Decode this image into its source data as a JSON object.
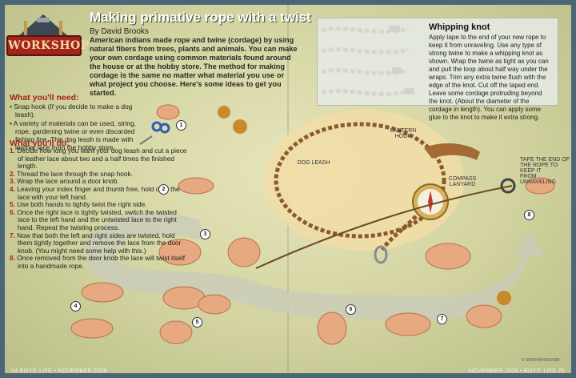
{
  "logo": {
    "text": "WORKSHOP"
  },
  "header": {
    "title": "Making primative rope with a twist",
    "byline": "By David Brooks",
    "intro": "American indians made rope and twine (cordage) by using natural fibers from trees, plants and animals. You can make your own cordage using common materials found around the house or at the hobby store. The method for making cordage is the same no matter what material you use or what project you choose. Here's some ideas to get you started."
  },
  "whipping_knot": {
    "title": "Whipping knot",
    "text": "Apply tape to the end of your new rope to keep it from unraveling. Use any type of strong twine to make a whipping knot as shown. Wrap the twine as tight as you can and pull the loop about half way under the wraps. Trim any extra twine flush with the edge of the knot. Cut off the taped end. Leave some cordage protruding beyond the knot. (About the diameter of the cordage in length). You can apply some glue to the knot to make it extra strong."
  },
  "needs": {
    "heading": "What you'll need:",
    "items": [
      "Snap hook (If you decide to make a dog leash).",
      "A variety of materials can be used, string, rope, gardening twine or even discarded fishing line. This dog leash is made with leather lace from the hobby store."
    ]
  },
  "steps": {
    "heading": "What you'll do:",
    "items": [
      {
        "num": "1.",
        "text": "Decide how long you want your dog leash and cut a piece of leather lace about two and a half times the finished length."
      },
      {
        "num": "2.",
        "text": "Thread the lace through the snap hook."
      },
      {
        "num": "3.",
        "text": "Wrap the lace around a door knob."
      },
      {
        "num": "4.",
        "text": "Leaving your index finger and thumb free, hold onto the lace with your left hand."
      },
      {
        "num": "5.",
        "text": "Use both hands to tightly twist the right side."
      },
      {
        "num": "6.",
        "text": "Once the right lace is tightly twisted, switch the twisted lace to the left hand and the untwisted lace to the right hand. Repeat the twisting process."
      },
      {
        "num": "7.",
        "text": "Now that both the left and right sides are twisted, hold them tightly together and remove the lace from the door knob. (You might need some help with this.)"
      },
      {
        "num": "8.",
        "text": "Once removed from the door knob the lace will twist itself into a handmade rope."
      }
    ]
  },
  "labels": {
    "lantern_hook": "LANTERN\nHOOK",
    "dog_leash": "DOG LEASH",
    "compass_lanyard": "COMPASS\nLANYARD",
    "tape_note": "TAPE THE END OF\nTHE ROPE TO KEEP IT\nFROM UNRAVELING"
  },
  "step_markers": [
    "1",
    "2",
    "3",
    "4",
    "5",
    "6",
    "7",
    "8"
  ],
  "footer": {
    "left": "24   BOYS' LIFE  •  NOVEMBER 2008",
    "right": "NOVEMBER 2008  •  BOYS' LIFE   25"
  },
  "credit": "© SMITH/KNOX2008",
  "colors": {
    "frame": "#4a6777",
    "accent_red": "#a3241c",
    "rope": "#8a5a2b",
    "path": "#c9ccb9"
  }
}
